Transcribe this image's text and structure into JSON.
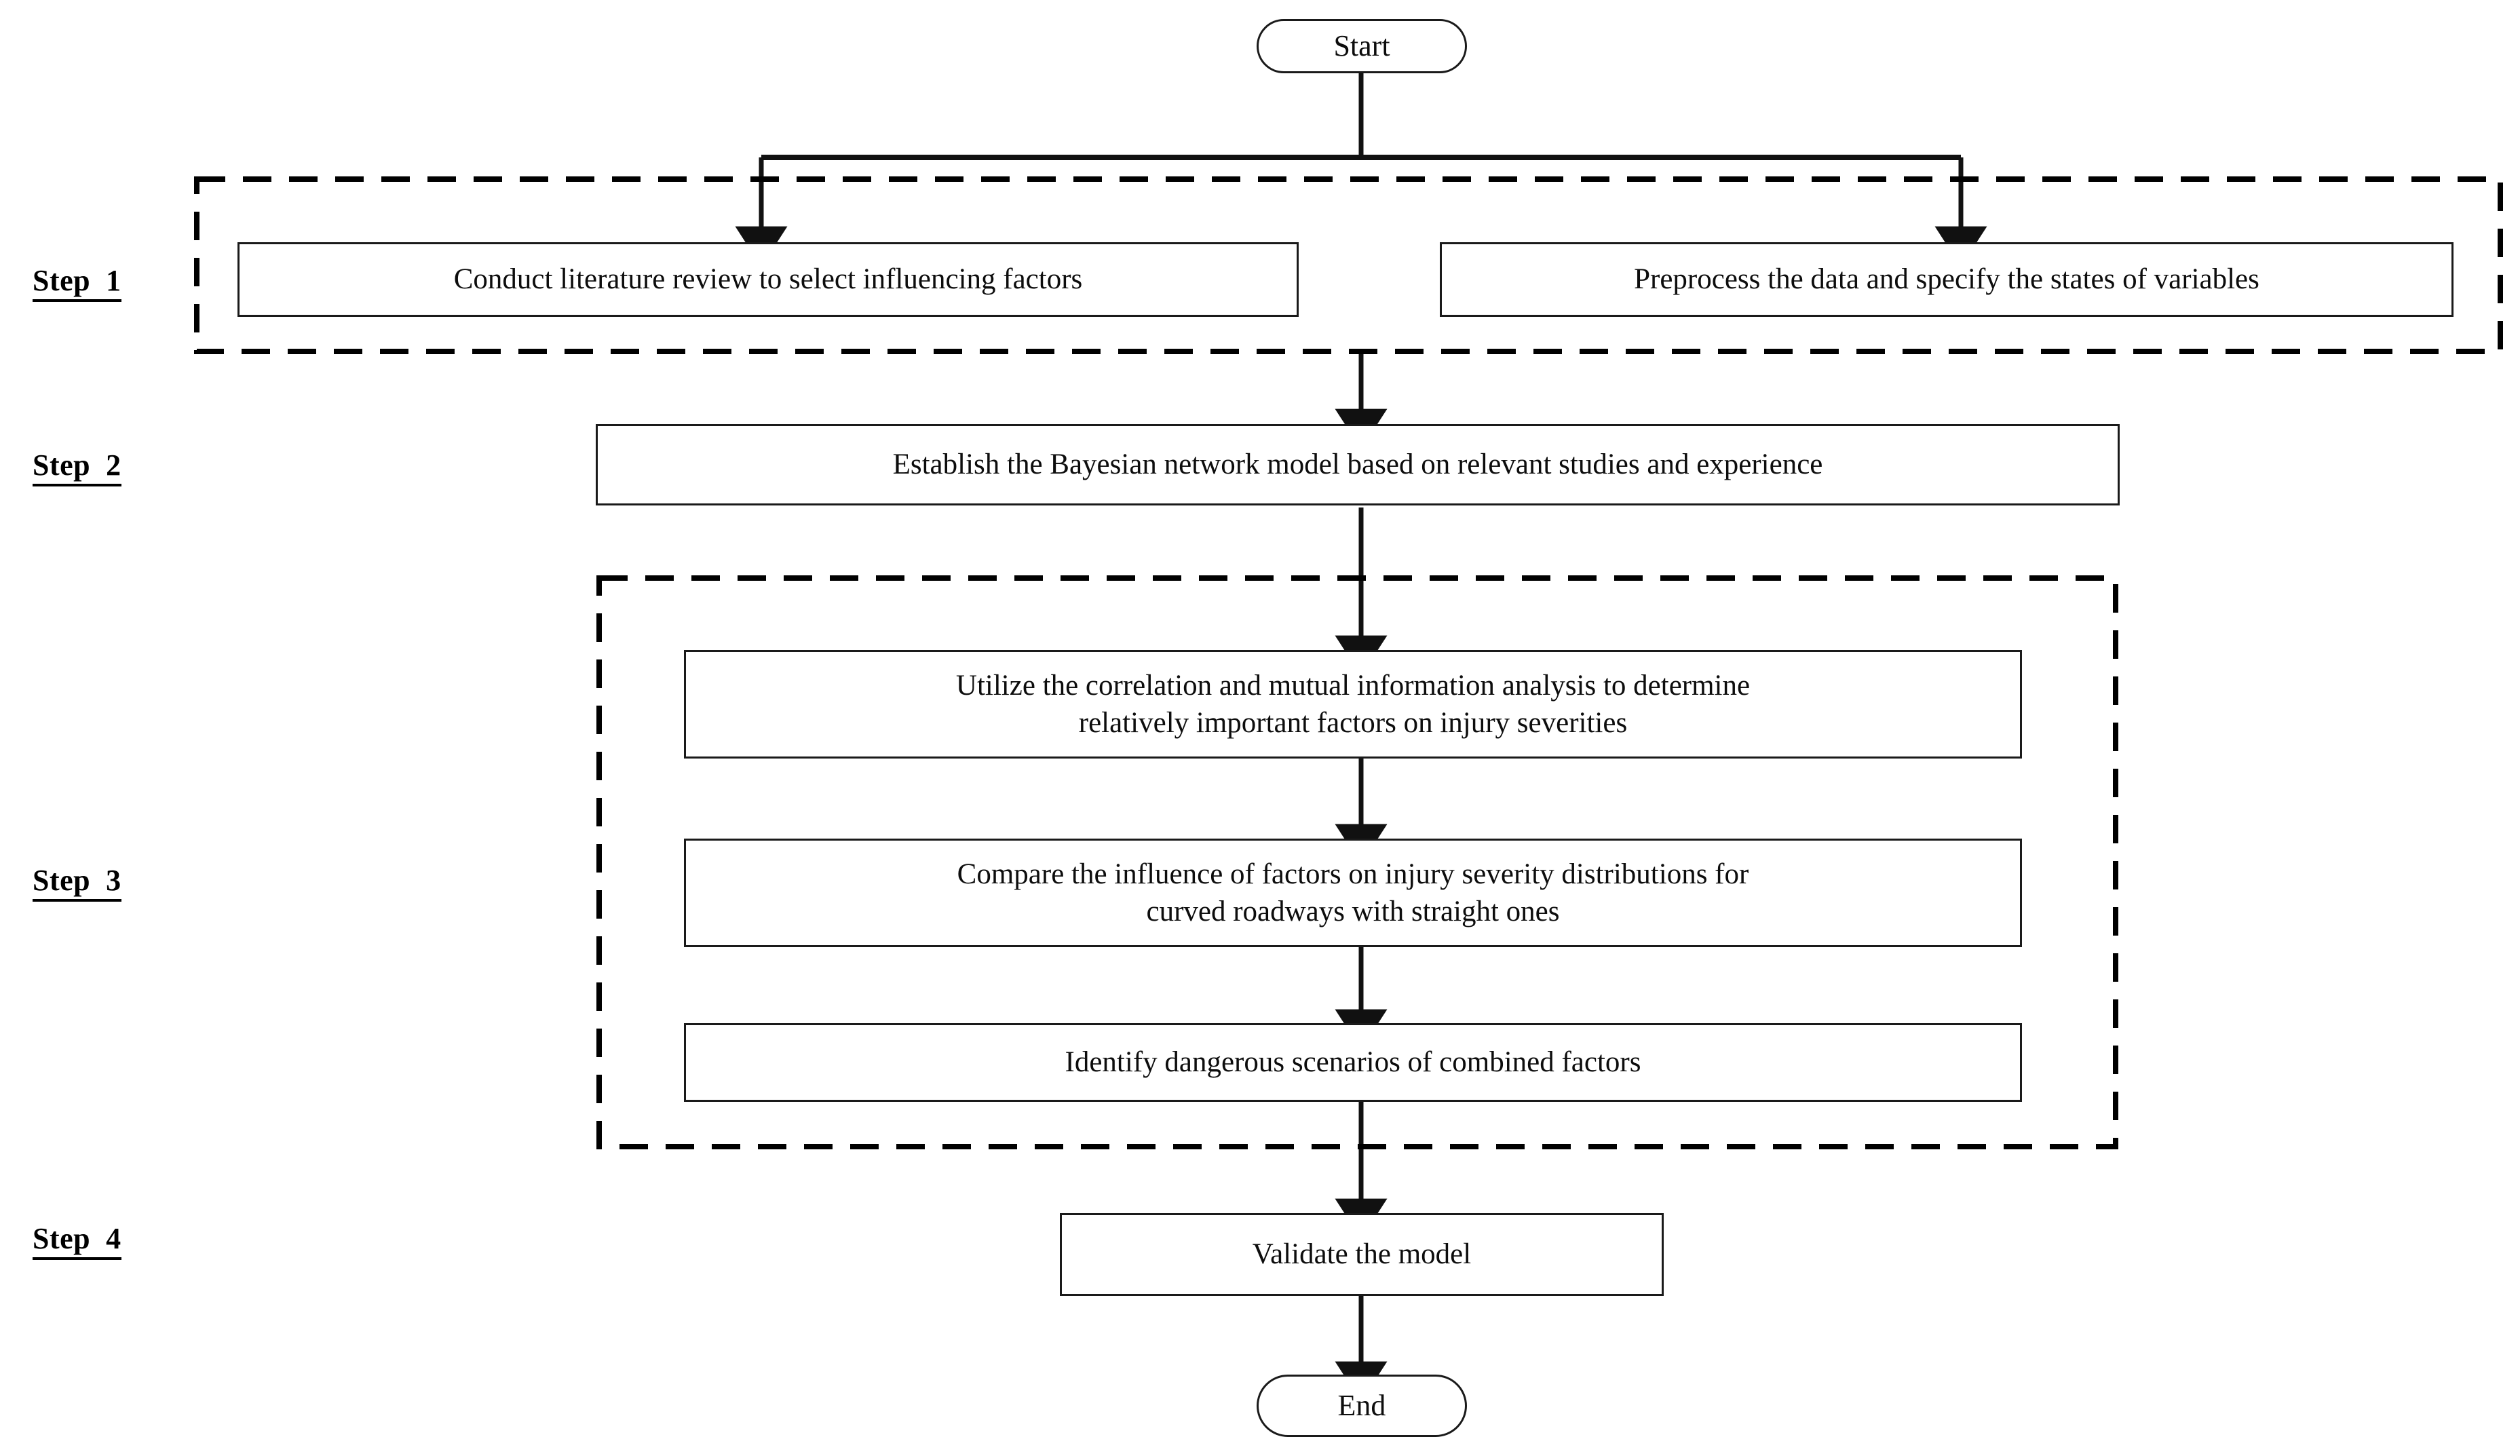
{
  "diagram": {
    "title": "Bayesian network injury-severity analysis research framework flowchart",
    "colors": {
      "line": "#1a1a1a",
      "box_border": "#1a1a1a",
      "dashed_border": "#000000",
      "text": "#0d0d0d",
      "background": "#ffffff"
    }
  },
  "terminators": {
    "start": "Start",
    "end": "End"
  },
  "step_labels": [
    {
      "id": "step-1",
      "text": "Step  1"
    },
    {
      "id": "step-2",
      "text": "Step  2"
    },
    {
      "id": "step-3",
      "text": "Step  3"
    },
    {
      "id": "step-4",
      "text": "Step  4"
    }
  ],
  "steps": {
    "step1": {
      "label": "Step  1",
      "grouped": true,
      "boxes": [
        {
          "id": "literature-review",
          "text": "Conduct literature review to select influencing factors"
        },
        {
          "id": "preprocess-data",
          "text": "Preprocess the data and specify the states of variables"
        }
      ]
    },
    "step2": {
      "label": "Step  2",
      "grouped": false,
      "boxes": [
        {
          "id": "establish-bayesian-network",
          "text": "Establish the Bayesian network model based on relevant studies and experience"
        }
      ]
    },
    "step3": {
      "label": "Step  3",
      "grouped": true,
      "boxes": [
        {
          "id": "correlation-mutual-information",
          "text": "Utilize the correlation and mutual information analysis to determine\nrelatively important factors on injury severities"
        },
        {
          "id": "compare-influence",
          "text": "Compare the influence of factors on injury severity distributions for\ncurved roadways with straight ones"
        },
        {
          "id": "identify-scenarios",
          "text": "Identify dangerous scenarios of combined factors"
        }
      ]
    },
    "step4": {
      "label": "Step  4",
      "grouped": false,
      "boxes": [
        {
          "id": "validate-model",
          "text": "Validate the model"
        }
      ]
    }
  }
}
